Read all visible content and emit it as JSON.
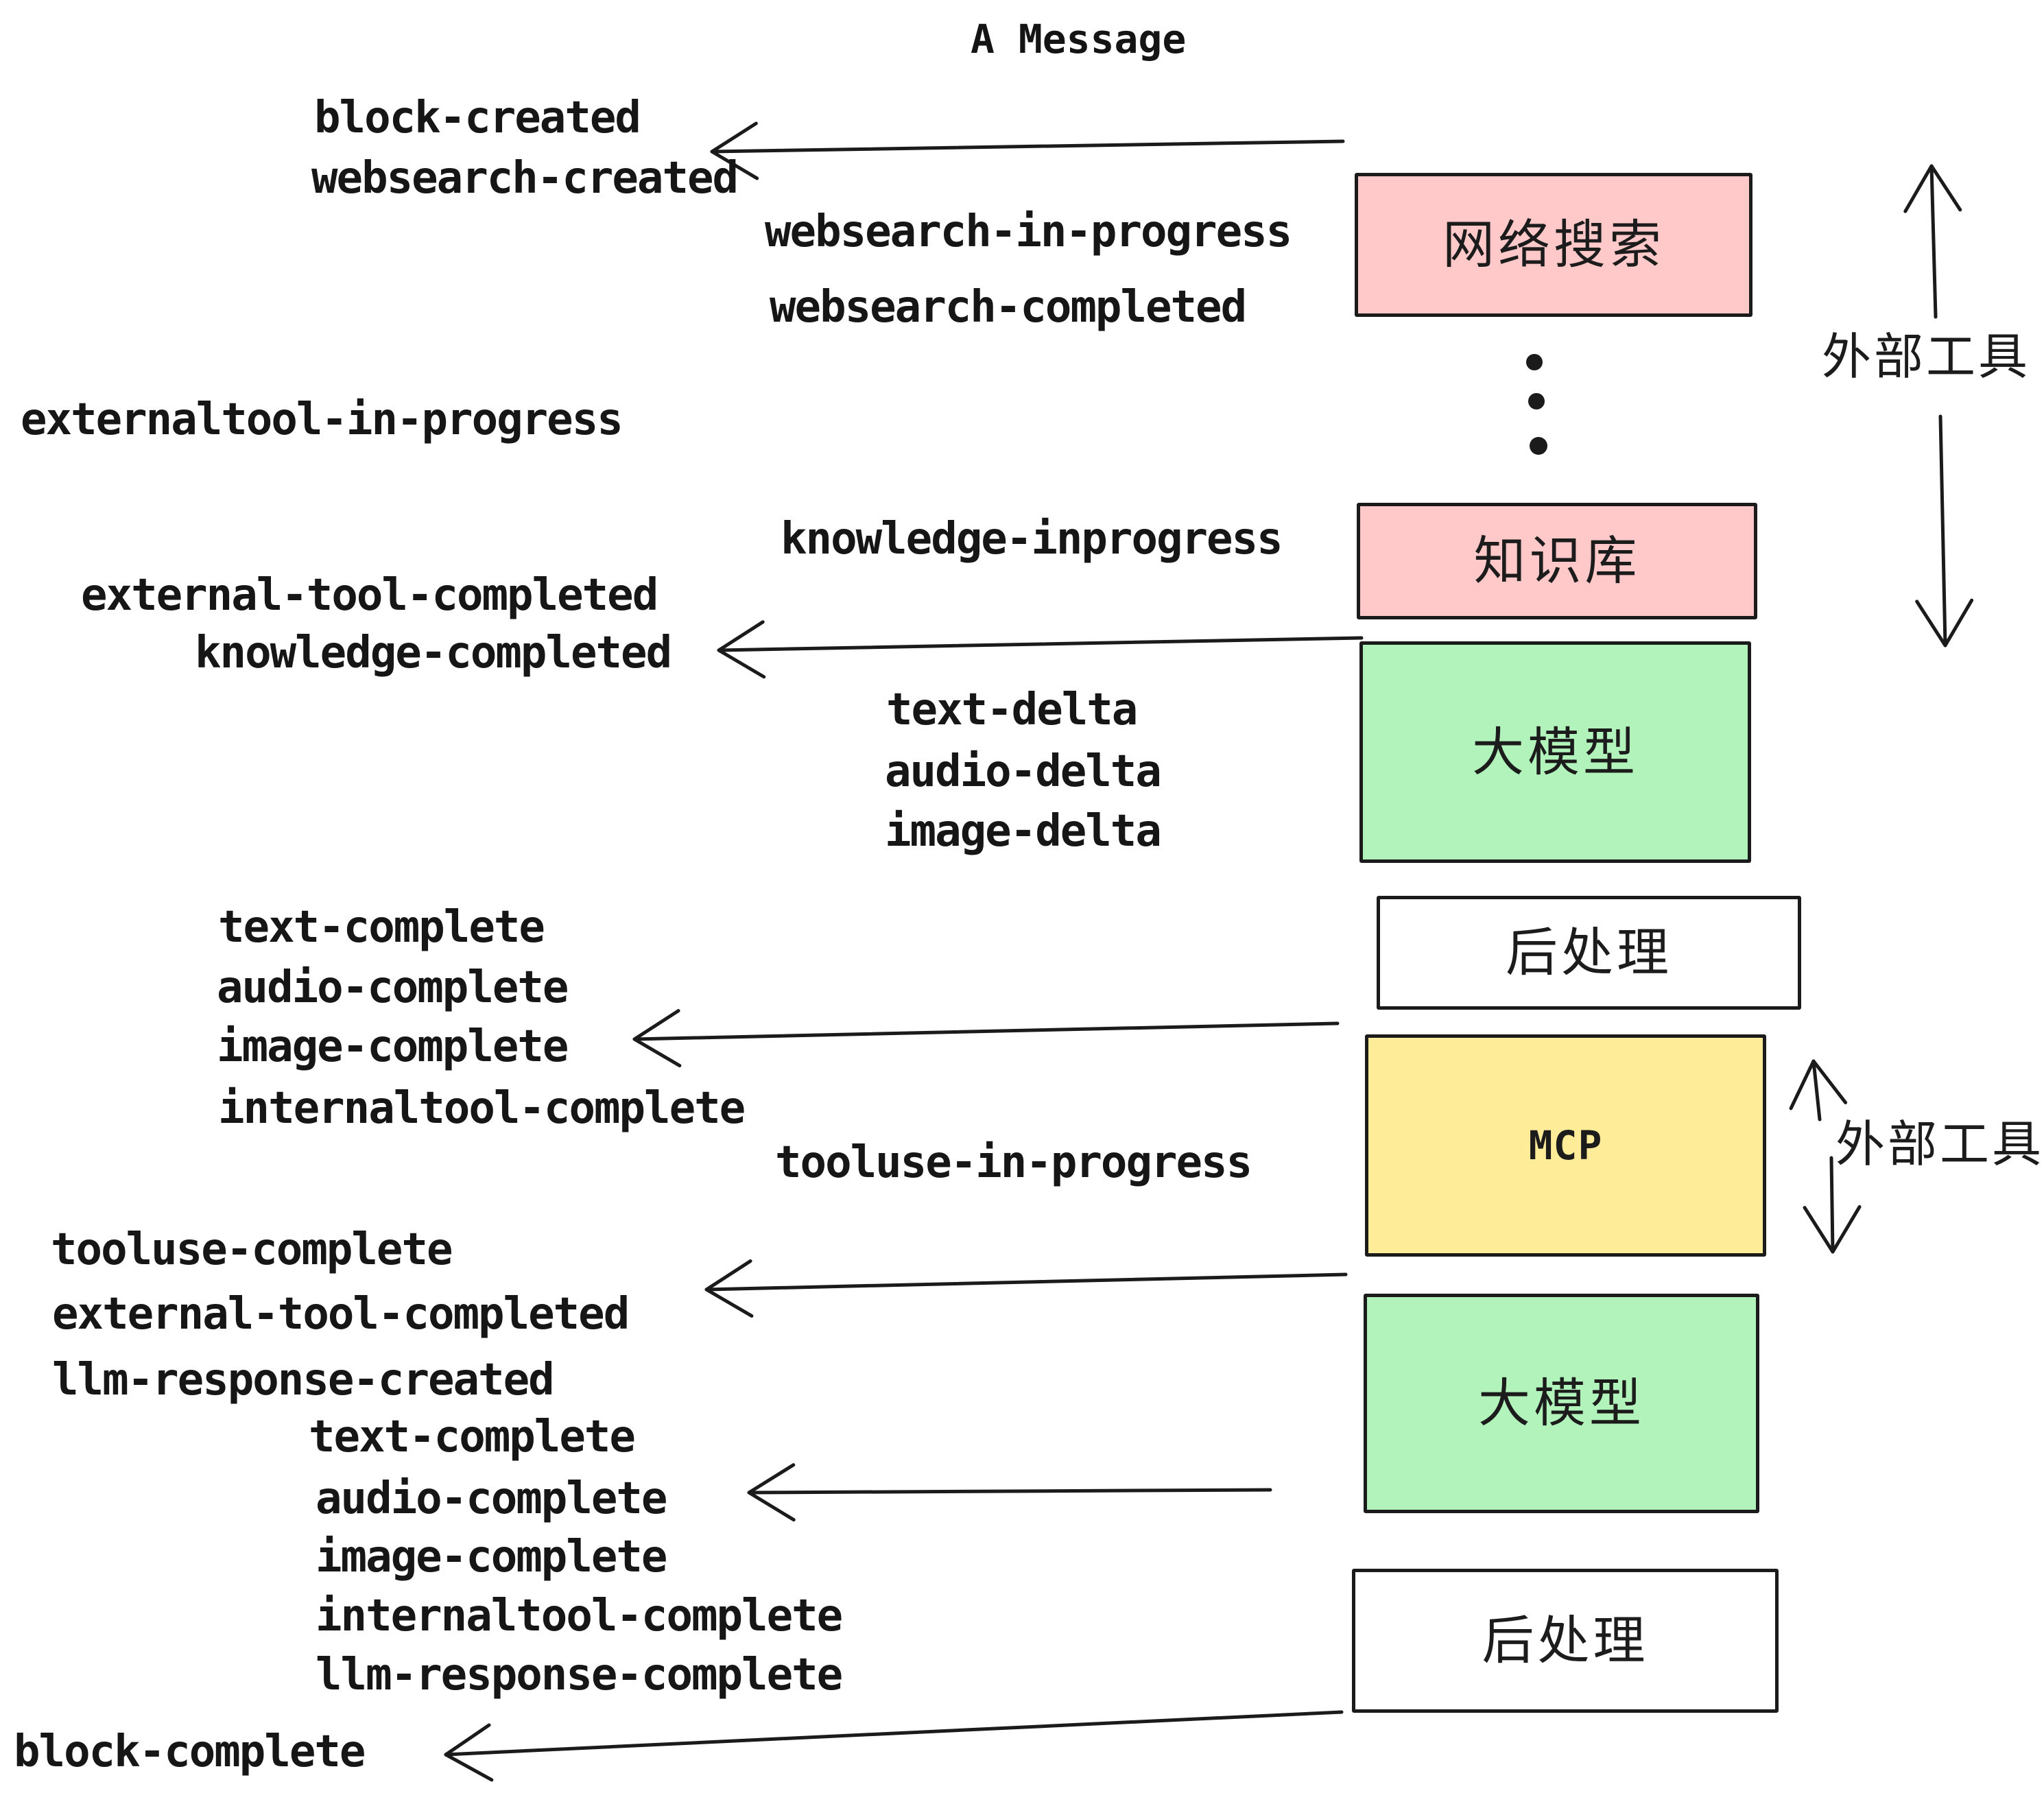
{
  "title": "A Message",
  "events": {
    "block_created": "block-created",
    "websearch_created": "websearch-created",
    "websearch_in_progress": "websearch-in-progress",
    "websearch_completed": "websearch-completed",
    "externaltool_in_progress": "externaltool-in-progress",
    "knowledge_inprogress": "knowledge-inprogress",
    "external_tool_completed": "external-tool-completed",
    "knowledge_completed": "knowledge-completed",
    "text_delta": "text-delta",
    "audio_delta": "audio-delta",
    "image_delta": "image-delta",
    "text_complete": "text-complete",
    "audio_complete": "audio-complete",
    "image_complete": "image-complete",
    "internaltool_complete": "internaltool-complete",
    "tooluse_in_progress": "tooluse-in-progress",
    "tooluse_complete": "tooluse-complete",
    "llm_response_created": "llm-response-created",
    "llm_response_complete": "llm-response-complete",
    "block_complete": "block-complete"
  },
  "boxes": {
    "websearch": "网络搜索",
    "knowledge": "知识库",
    "llm": "大模型",
    "post_process": "后处理",
    "mcp": "MCP"
  },
  "side_labels": {
    "external_tools": "外部工具"
  },
  "colors": {
    "box_pink": "#ffc9c9",
    "box_green": "#b2f2bb",
    "box_yellow": "#ffec99",
    "box_white": "#ffffff",
    "stroke": "#1b1b1b"
  }
}
